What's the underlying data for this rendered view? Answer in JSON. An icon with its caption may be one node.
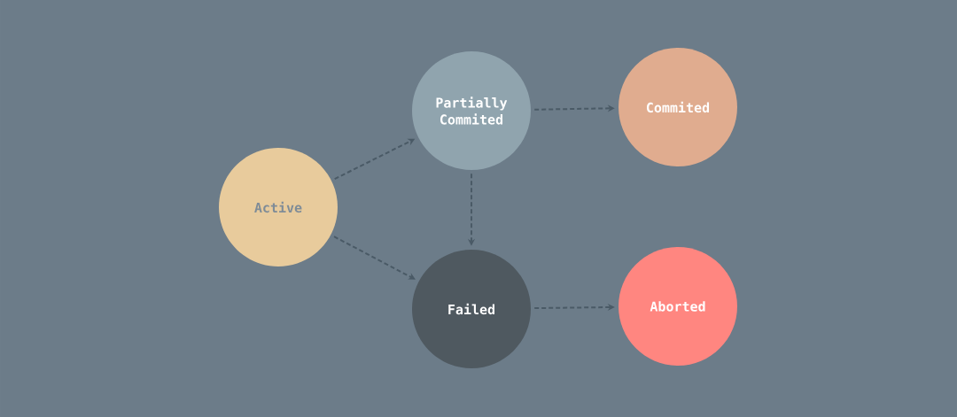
{
  "diagram": {
    "nodes": [
      {
        "text": [
          "Active"
        ]
      },
      {
        "text": [
          "Partially Commited"
        ]
      },
      {
        "text": [
          "Commited"
        ]
      },
      {
        "text": [
          "Failed"
        ]
      },
      {
        "text": [
          "Aborted"
        ]
      }
    ],
    "edges": [
      {
        "from": 0,
        "to": 1,
        "arrow": "to",
        "style": "dashed"
      },
      {
        "from": 0,
        "to": 3,
        "arrow": "to",
        "style": "dashed"
      },
      {
        "from": 1,
        "to": 2,
        "arrow": "to",
        "style": "dashed"
      },
      {
        "from": 1,
        "to": 3,
        "arrow": "to",
        "style": "dashed"
      },
      {
        "from": 3,
        "to": 4,
        "arrow": "to",
        "style": "dashed"
      }
    ]
  }
}
